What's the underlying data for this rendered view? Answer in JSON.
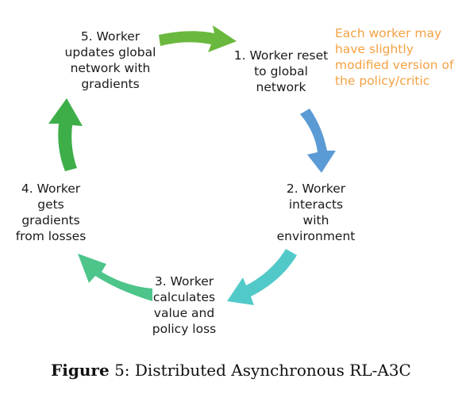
{
  "steps": [
    {
      "id": "step-1",
      "lines": [
        "1. Worker reset",
        "to global",
        "network"
      ]
    },
    {
      "id": "step-2",
      "lines": [
        "2. Worker",
        "interacts",
        "with",
        "environment"
      ]
    },
    {
      "id": "step-3",
      "lines": [
        "3. Worker",
        "calculates",
        "value and",
        "policy loss"
      ]
    },
    {
      "id": "step-4",
      "lines": [
        "4. Worker",
        "gets",
        "gradients",
        "from losses"
      ]
    },
    {
      "id": "step-5",
      "lines": [
        "5. Worker",
        "updates global",
        "network with",
        "gradients"
      ]
    }
  ],
  "note": {
    "lines": [
      "Each worker may",
      "have slightly",
      "modified version of",
      "the policy/critic"
    ],
    "color": "#F5A143"
  },
  "caption": {
    "label": "Figure",
    "number": "5",
    "text": ": Distributed Asynchronous RL-A3C"
  },
  "arrows": [
    {
      "name": "arrow-5-to-1",
      "color": "#6BB83E"
    },
    {
      "name": "arrow-1-to-2",
      "color": "#5B9BD5"
    },
    {
      "name": "arrow-2-to-3",
      "color": "#52C9C9"
    },
    {
      "name": "arrow-3-to-4",
      "color": "#4CC48A"
    },
    {
      "name": "arrow-4-to-5",
      "color": "#3EAE48"
    }
  ]
}
